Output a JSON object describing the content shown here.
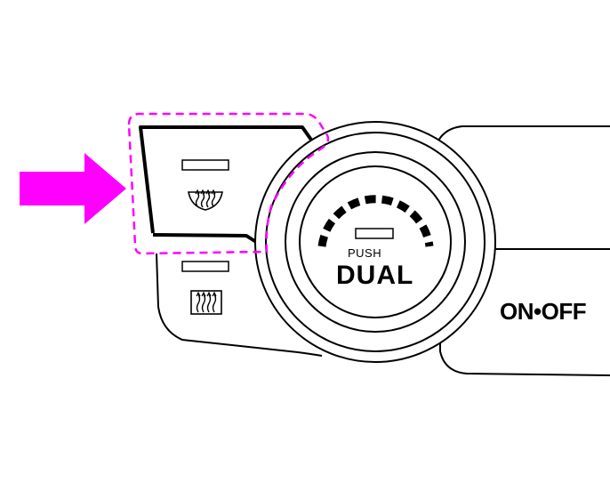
{
  "dial": {
    "push_label": "PUSH",
    "mode_label": "DUAL"
  },
  "power_button": {
    "label": "ON•OFF"
  },
  "icons": {
    "front_defroster": "front-defroster-icon",
    "rear_defroster": "rear-defroster-icon",
    "indicator": "indicator-light-icon",
    "pointer": "arrow-right-icon"
  },
  "colors": {
    "highlight": "#ff00ff",
    "line": "#000000",
    "background": "#ffffff"
  }
}
